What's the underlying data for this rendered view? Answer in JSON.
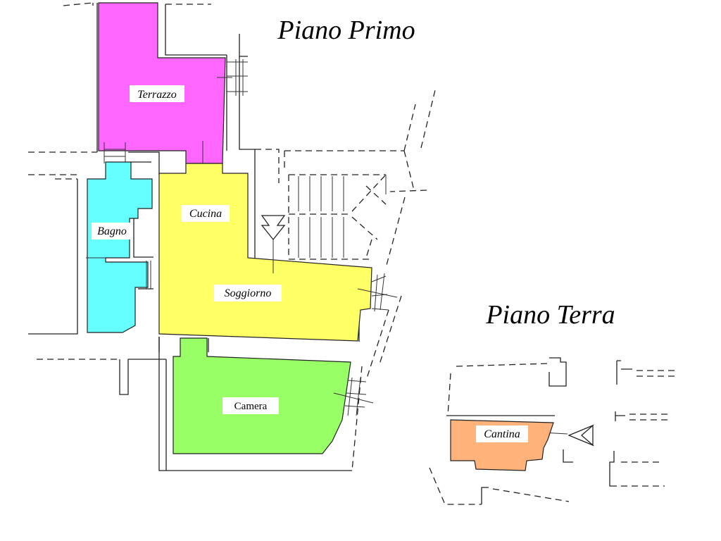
{
  "floors": {
    "upper": {
      "title": "Piano Primo"
    },
    "ground": {
      "title": "Piano Terra"
    }
  },
  "rooms": {
    "terrazzo": {
      "label": "Terrazzo",
      "color": "#ff66ff"
    },
    "bagno": {
      "label": "Bagno",
      "color": "#66ffff"
    },
    "cucina": {
      "label": "Cucina",
      "color": "#ffff66"
    },
    "soggiorno": {
      "label": "Soggiorno",
      "color": "#ffff66"
    },
    "camera": {
      "label": "Camera",
      "color": "#99ff66"
    },
    "cantina": {
      "label": "Cantina",
      "color": "#ffb27a"
    }
  }
}
